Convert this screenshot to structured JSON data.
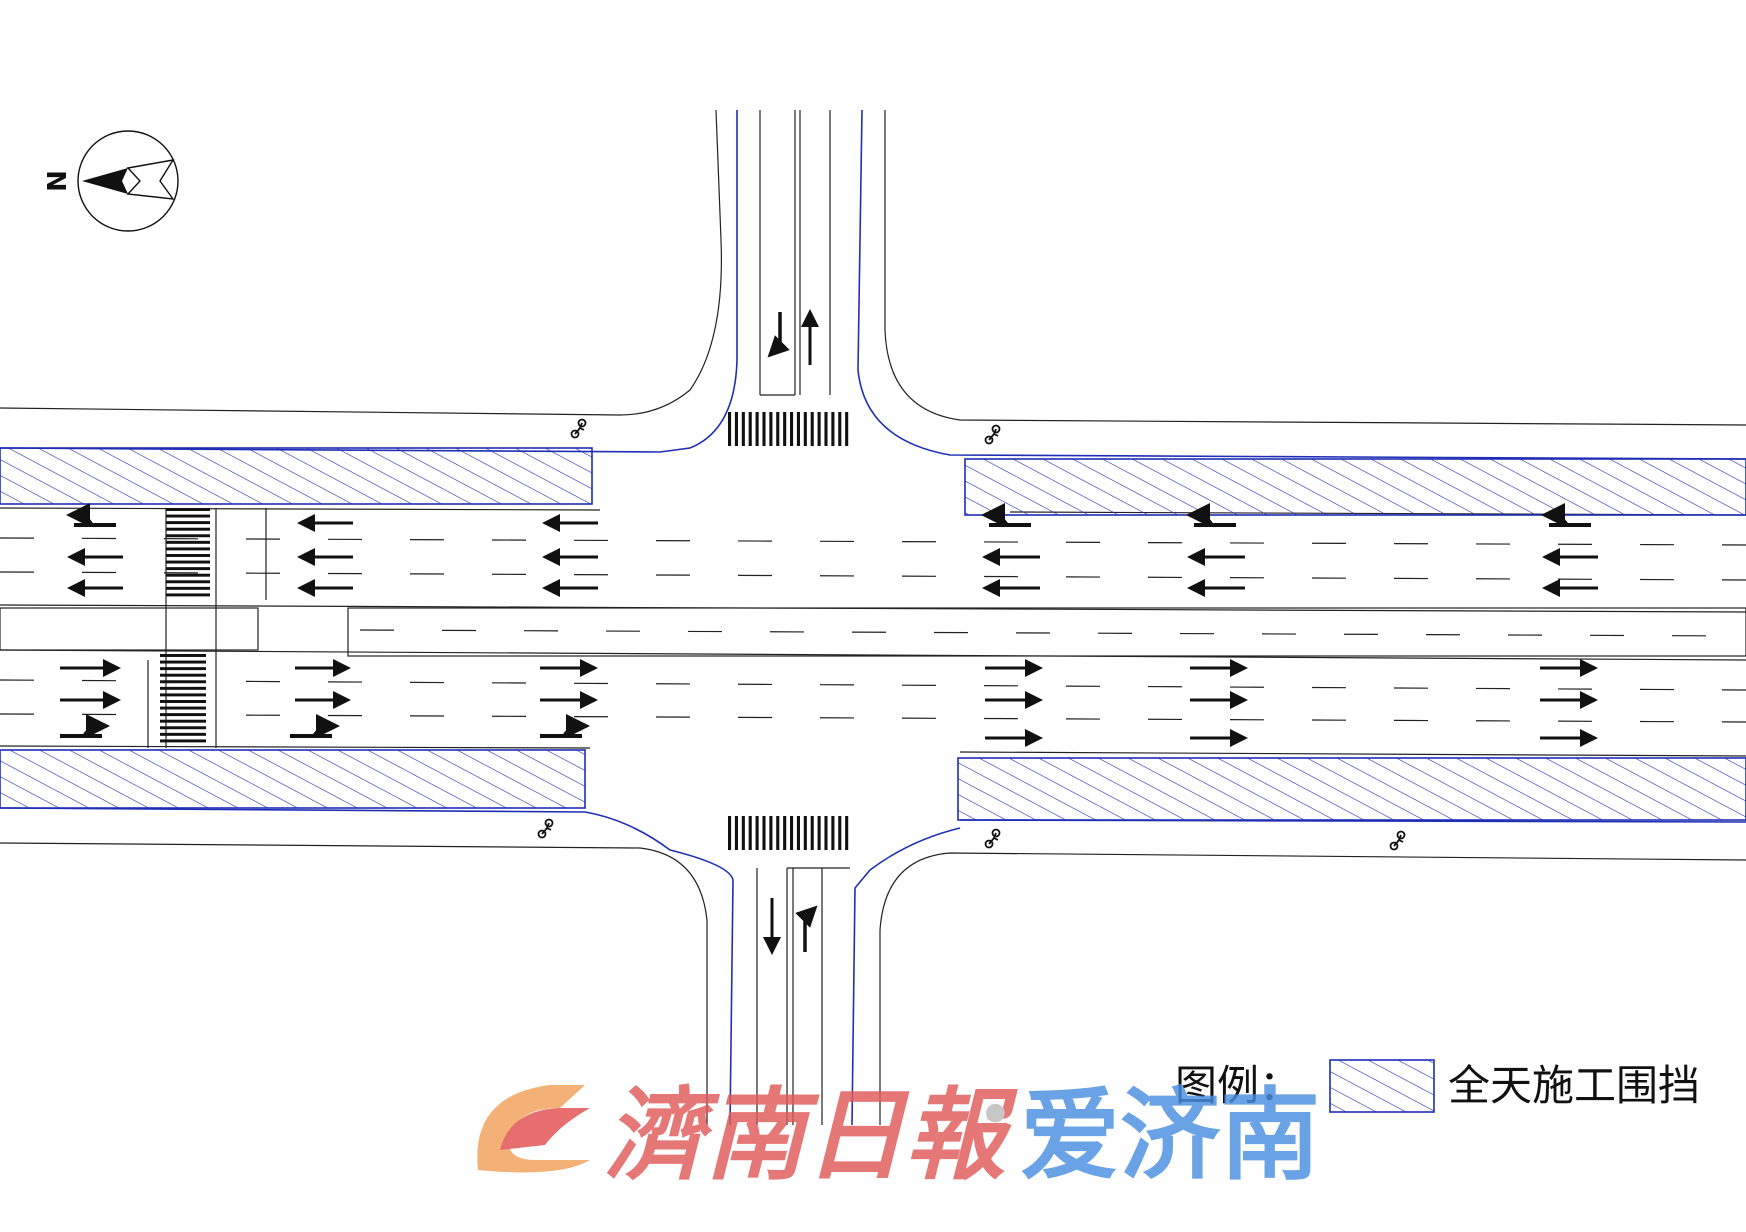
{
  "north": {
    "label": "N",
    "icon": "compass-north-arrow-icon"
  },
  "legend": {
    "title": "图例：",
    "items": [
      {
        "label": "全天施工围挡",
        "pattern": "diagonal-hatch",
        "color": "#1f2fb5"
      }
    ]
  },
  "watermark": {
    "paper_name": "濟南日報",
    "separator": "·",
    "app_name": "爱济南",
    "paper_color": "#e15a5a",
    "app_color": "#4a8fe0"
  },
  "colors": {
    "construction_fence": "#1f2fb5",
    "road_line": "#222222",
    "marking": "#111111"
  }
}
